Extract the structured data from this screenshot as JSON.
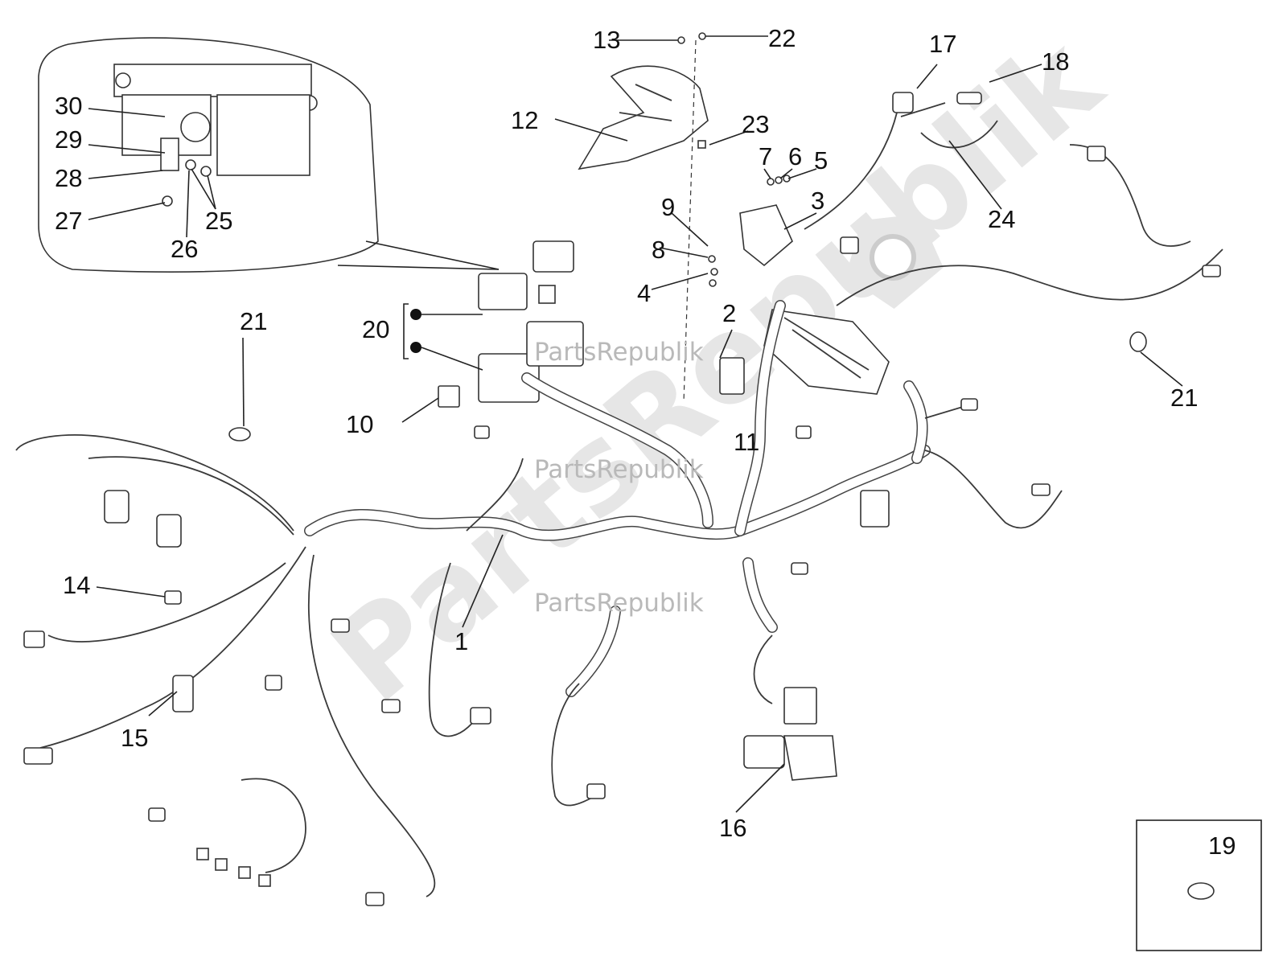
{
  "diagram": {
    "watermarks": [
      {
        "id": "wm1",
        "text": "PartsRepublik"
      },
      {
        "id": "wm2",
        "text": "PartsRepublik"
      },
      {
        "id": "wm3",
        "text": "PartsRepublik"
      }
    ],
    "watermark_big": "PartsRepublik",
    "callouts": [
      {
        "id": "c1",
        "text": "1"
      },
      {
        "id": "c2",
        "text": "2"
      },
      {
        "id": "c3",
        "text": "3"
      },
      {
        "id": "c4",
        "text": "4"
      },
      {
        "id": "c5",
        "text": "5"
      },
      {
        "id": "c6",
        "text": "6"
      },
      {
        "id": "c7",
        "text": "7"
      },
      {
        "id": "c8",
        "text": "8"
      },
      {
        "id": "c9",
        "text": "9"
      },
      {
        "id": "c10",
        "text": "10"
      },
      {
        "id": "c11",
        "text": "11"
      },
      {
        "id": "c12",
        "text": "12"
      },
      {
        "id": "c13",
        "text": "13"
      },
      {
        "id": "c14",
        "text": "14"
      },
      {
        "id": "c15",
        "text": "15"
      },
      {
        "id": "c16",
        "text": "16"
      },
      {
        "id": "c17",
        "text": "17"
      },
      {
        "id": "c18",
        "text": "18"
      },
      {
        "id": "c19",
        "text": "19"
      },
      {
        "id": "c20",
        "text": "20"
      },
      {
        "id": "c21a",
        "text": "21"
      },
      {
        "id": "c21b",
        "text": "21"
      },
      {
        "id": "c22",
        "text": "22"
      },
      {
        "id": "c23",
        "text": "23"
      },
      {
        "id": "c24",
        "text": "24"
      },
      {
        "id": "c25",
        "text": "25"
      },
      {
        "id": "c26",
        "text": "26"
      },
      {
        "id": "c27",
        "text": "27"
      },
      {
        "id": "c28",
        "text": "28"
      },
      {
        "id": "c29",
        "text": "29"
      },
      {
        "id": "c30",
        "text": "30"
      }
    ]
  }
}
